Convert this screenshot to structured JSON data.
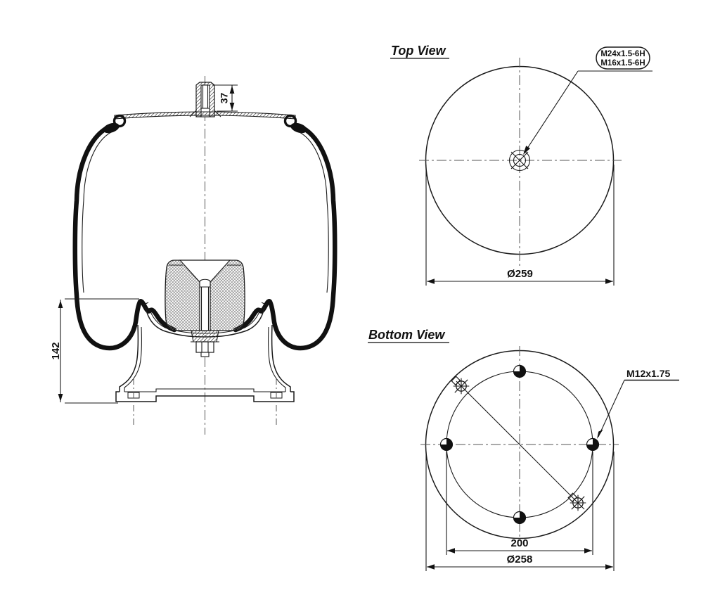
{
  "colors": {
    "line": "#1a1a1a",
    "background": "#ffffff",
    "centerline": "#555555"
  },
  "side_view": {
    "name": "side cross-section of air spring bellows",
    "dim_stud_height": "37",
    "dim_overall_height": "142"
  },
  "top_view": {
    "title": "Top View",
    "callout_line1": "M24x1.5-6H",
    "callout_line2": "M16x1.5-6H",
    "dim_outer_diameter": "Ø259"
  },
  "bottom_view": {
    "title": "Bottom View",
    "thread_label": "M12x1.75",
    "dim_bolt_circle": "200",
    "dim_outer_diameter": "Ø258"
  },
  "symbols": {
    "center_mark": "center-mark-icon",
    "bolt_hole": "bolt-hole-target-icon",
    "air_fitting": "air-fitting-port-icon"
  }
}
